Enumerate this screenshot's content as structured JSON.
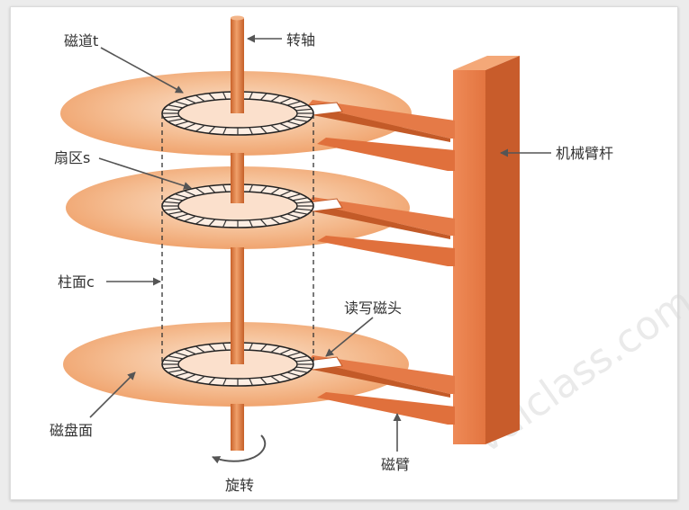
{
  "labels": {
    "track": "磁道t",
    "spindle": "转轴",
    "sector": "扇区s",
    "arm_rod": "机械臂杆",
    "cylinder": "柱面c",
    "head": "读写磁头",
    "platter_surface": "磁盘面",
    "disk_arm": "磁臂",
    "rotation": "旋转"
  },
  "watermark": "vdlclass.com",
  "colors": {
    "platter": "#f3b07e",
    "spindle": "#db7a3a",
    "arm": "#e57a47",
    "arm_dark": "#c45a2a",
    "arrow": "#555555",
    "track_fill": "#fdeee3"
  },
  "icons": {
    "arrow": "arrow-icon",
    "rotation": "curved-arrow-icon"
  }
}
